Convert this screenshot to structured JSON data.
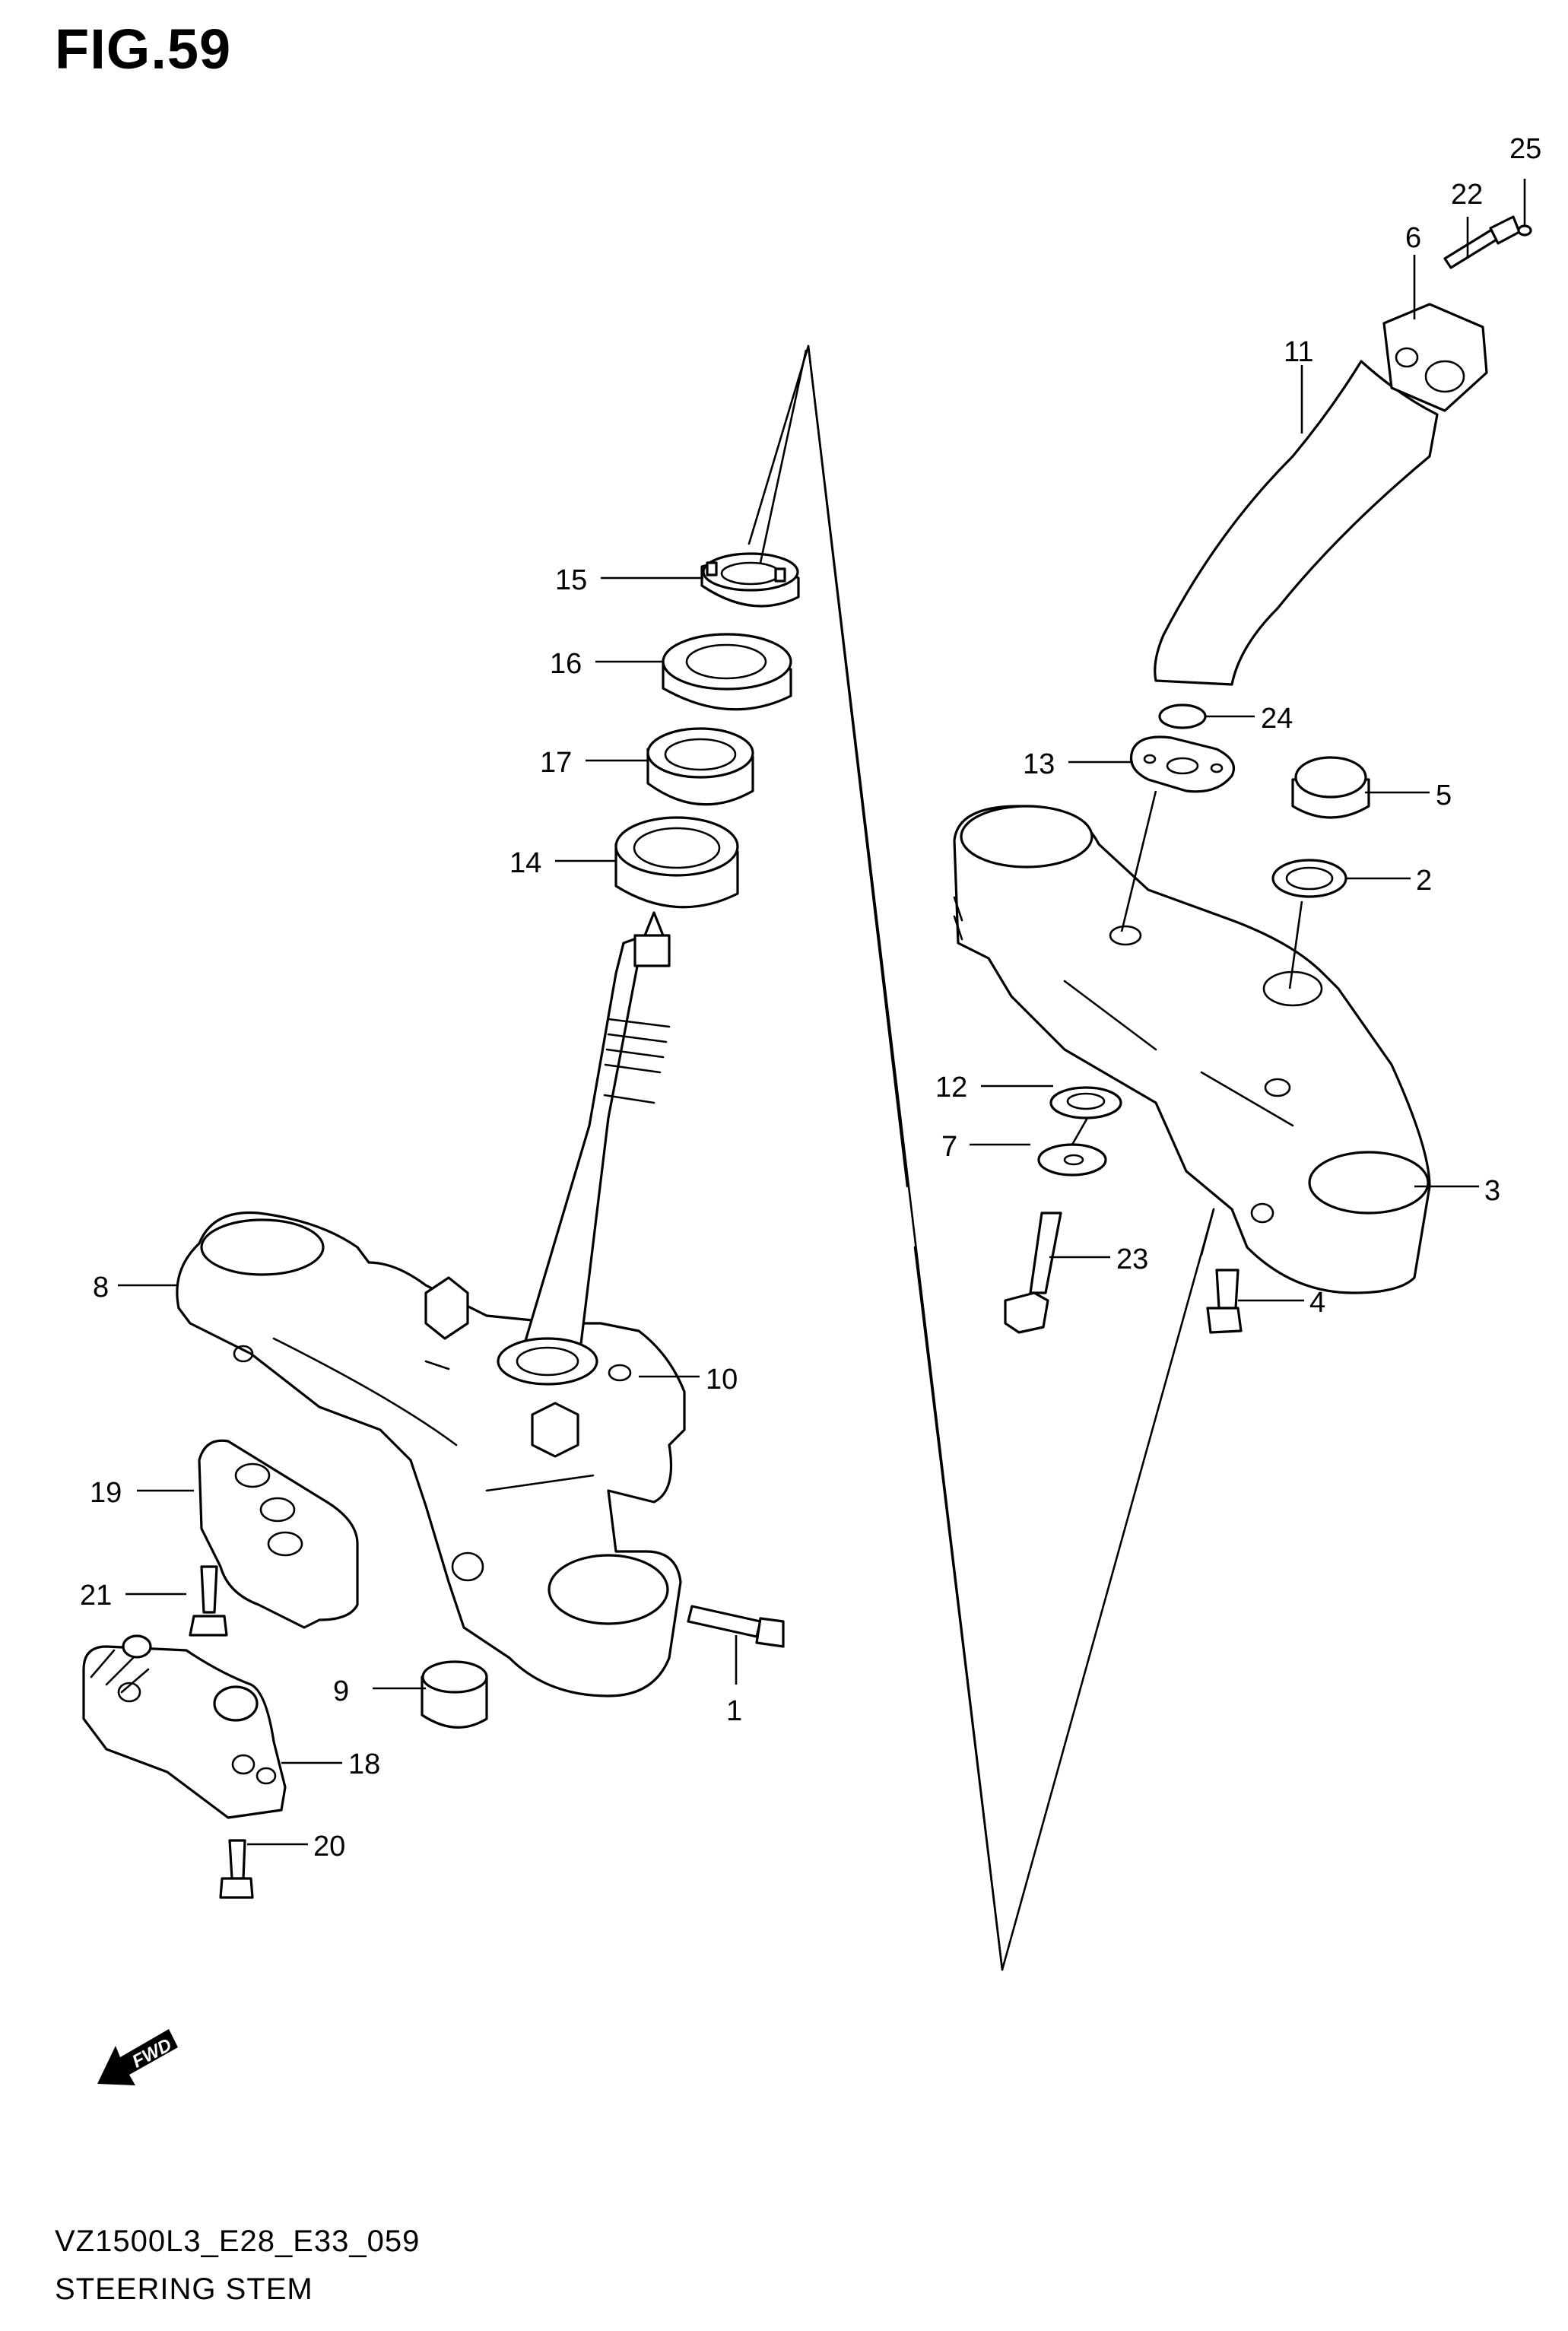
{
  "figure": {
    "title": "FIG.59",
    "code": "VZ1500L3_E28_E33_059",
    "name": "STEERING STEM",
    "fwd_label": "FWD"
  },
  "callouts": {
    "p1": "1",
    "p2": "2",
    "p3": "3",
    "p4": "4",
    "p5": "5",
    "p6": "6",
    "p7": "7",
    "p8": "8",
    "p9": "9",
    "p10": "10",
    "p11": "11",
    "p12": "12",
    "p13": "13",
    "p14": "14",
    "p15": "15",
    "p16": "16",
    "p17": "17",
    "p18": "18",
    "p19": "19",
    "p20": "20",
    "p21": "21",
    "p22": "22",
    "p23": "23",
    "p24": "24",
    "p25": "25"
  }
}
